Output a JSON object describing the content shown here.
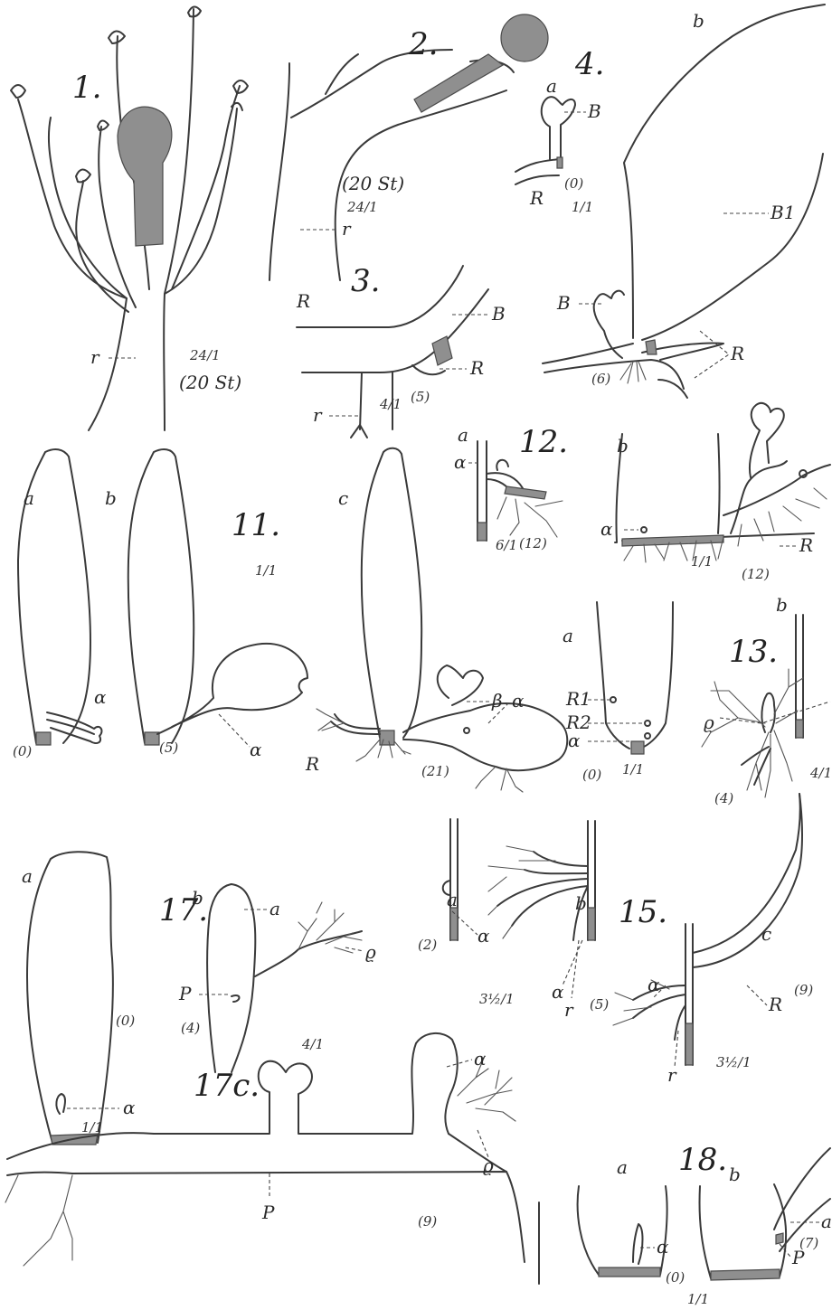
{
  "figures": [
    {
      "number": "1.",
      "labels": [
        "r",
        "24/1",
        "(20 St)"
      ]
    },
    {
      "number": "2.",
      "labels": [
        "(20 St)",
        "24/1",
        "r"
      ]
    },
    {
      "number": "3.",
      "labels": [
        "R",
        "B",
        "R",
        "r",
        "4/1",
        "(5)"
      ]
    },
    {
      "number": "4.",
      "labels": [
        "a",
        "B",
        "(0)",
        "R",
        "1/1",
        "b",
        "B1",
        "B",
        "R",
        "(6)"
      ]
    },
    {
      "number": "11.",
      "labels": [
        "a",
        "b",
        "c",
        "1/1",
        "α",
        "(0)",
        "(5)",
        "α",
        "β",
        "α",
        "R",
        "(21)"
      ]
    },
    {
      "number": "12.",
      "labels": [
        "a",
        "α",
        "6/1",
        "(12)",
        "b",
        "α",
        "1/1",
        "(12)",
        "R"
      ]
    },
    {
      "number": "13.",
      "labels": [
        "a",
        "R1",
        "R2",
        "α",
        "(0)",
        "1/1",
        "b",
        "ϱ",
        "(4)",
        "4/1"
      ]
    },
    {
      "number": "15.",
      "labels": [
        "a",
        "(2)",
        "α",
        "3½/1",
        "b",
        "α",
        "r",
        "(5)",
        "c",
        "α",
        "R",
        "(9)",
        "r",
        "3½/1"
      ]
    },
    {
      "number": "17.",
      "labels": [
        "a",
        "(0)",
        "α",
        "1/1",
        "b",
        "a",
        "ϱ",
        "P",
        "(4)",
        "4/1"
      ]
    },
    {
      "number": "17c.",
      "labels": [
        "α",
        "ϱ",
        "P",
        "(9)"
      ]
    },
    {
      "number": "18.",
      "labels": [
        "a",
        "b",
        "α",
        "(0)",
        "1/1",
        "P",
        "(7)",
        "a"
      ]
    }
  ]
}
